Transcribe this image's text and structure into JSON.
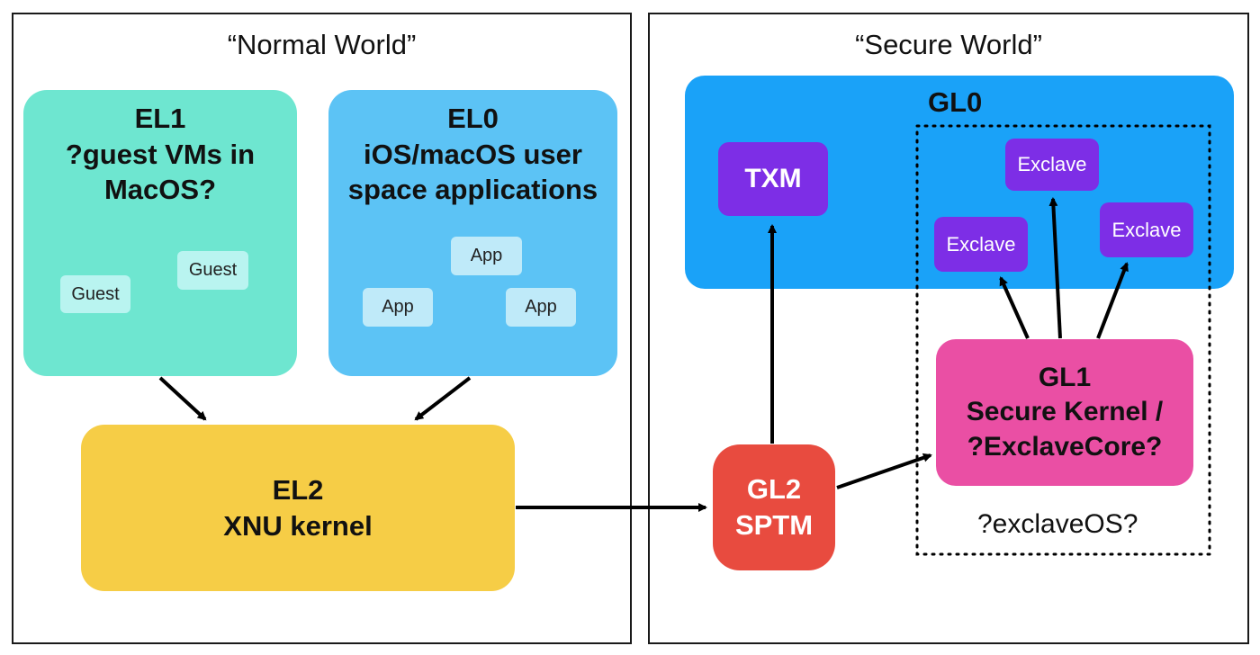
{
  "normal_world": {
    "title": "“Normal  World”",
    "el1": {
      "level": "EL1",
      "lines": [
        "?guest VMs in",
        "MacOS?"
      ],
      "chips": [
        "Guest",
        "Guest"
      ]
    },
    "el0": {
      "level": "EL0",
      "lines": [
        "iOS/macOS user",
        "space applications"
      ],
      "chips": [
        "App",
        "App",
        "App"
      ]
    },
    "el2": {
      "level": "EL2",
      "lines": [
        "XNU kernel"
      ]
    }
  },
  "secure_world": {
    "title": "“Secure World”",
    "gl0": {
      "label": "GL0",
      "txm": "TXM",
      "exclaves": [
        "Exclave",
        "Exclave",
        "Exclave"
      ]
    },
    "gl1": {
      "level": "GL1",
      "lines": [
        "Secure Kernel /",
        "?ExclaveCore?"
      ]
    },
    "gl2": {
      "level": "GL2",
      "lines": [
        "SPTM"
      ]
    },
    "exclave_os_label": "?exclaveOS?"
  },
  "colors": {
    "el1": "#6ee6d0",
    "el0": "#5cc3f5",
    "el2": "#f6cd46",
    "gl0": "#1aa2f8",
    "txm": "#7d2ee6",
    "exclave": "#7d2ee6",
    "gl1": "#ea4fa4",
    "gl2": "#e84b3f"
  }
}
